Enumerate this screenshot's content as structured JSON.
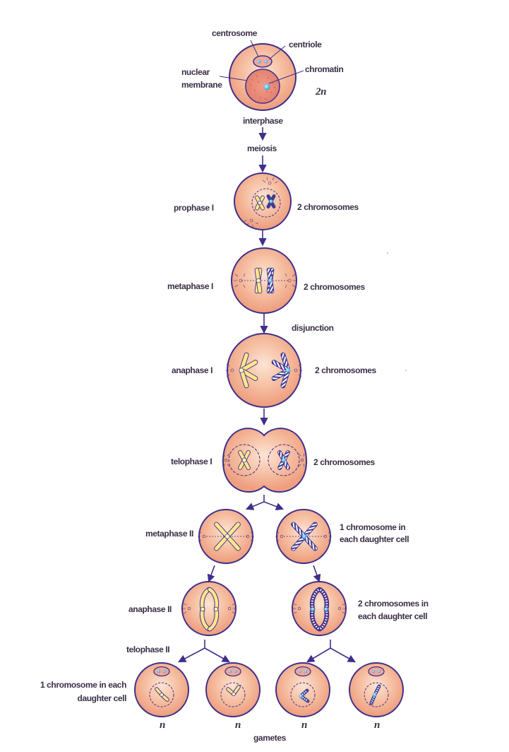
{
  "colors": {
    "cell_fill": "#f4b89a",
    "cell_outline": "#3f2f8a",
    "arrow": "#3f2f8a",
    "nucleus_fill": "#e8917e",
    "chromosome_yellow": "#fbe78a",
    "chromosome_blue": "#3d3d97",
    "centromere": "#45b3e0"
  },
  "labels": {
    "centrosome": "centrosome",
    "centriole": "centriole",
    "nuclear": "nuclear",
    "membrane": "membrane",
    "chromatin": "chromatin",
    "ploidy_2n": "2n",
    "interphase": "interphase",
    "meiosis": "meiosis",
    "prophase_1": "prophase I",
    "metaphase_1": "metaphase I",
    "disjunction": "disjunction",
    "anaphase_1": "anaphase I",
    "telophase_1": "telophase I",
    "metaphase_2": "metaphase II",
    "anaphase_2": "anaphase II",
    "telophase_2": "telophase II",
    "two_chromosomes": "2 chromosomes",
    "one_chrom_each_line1": "1 chromosome in",
    "one_chrom_each_line2": "each daughter cell",
    "two_chrom_each_line1": "2 chromosomes in",
    "two_chrom_each_line2": "each daughter cell",
    "one_chrom_in_each_line1": "1 chromosome in each",
    "one_chrom_in_each_line2": "daughter cell",
    "gametes": "gametes",
    "haploid": "n"
  }
}
